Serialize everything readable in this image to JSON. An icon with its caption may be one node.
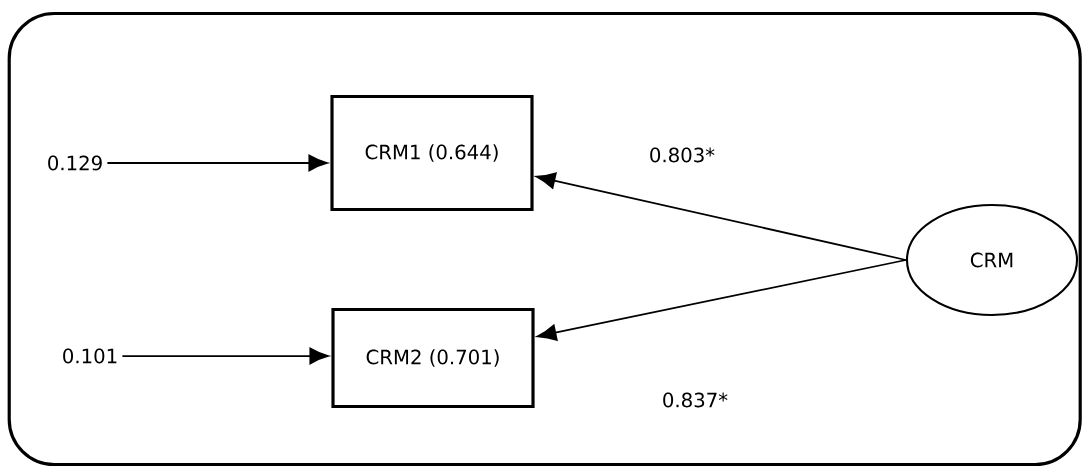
{
  "diagram": {
    "nodes": [
      {
        "text": [],
        "shape": "box"
      },
      {
        "text": [
          "0.129"
        ],
        "in": 0
      },
      {
        "text": [
          "CRM1 (0.644)"
        ],
        "in": 0
      },
      {
        "text": [
          "0.101"
        ],
        "in": 0
      },
      {
        "text": [
          "CRM2 (0.701)"
        ],
        "in": 0
      },
      {
        "text": [
          "CRM"
        ],
        "in": 0
      }
    ],
    "edges": [
      {
        "from": 1,
        "to": 2,
        "arrow": "to"
      },
      {
        "from": 3,
        "to": 4,
        "arrow": "to"
      },
      {
        "from": 5,
        "to": 2,
        "arrow": "to",
        "label": "0.803*"
      },
      {
        "from": 5,
        "to": 4,
        "arrow": "to",
        "label": "0.837*"
      }
    ]
  }
}
